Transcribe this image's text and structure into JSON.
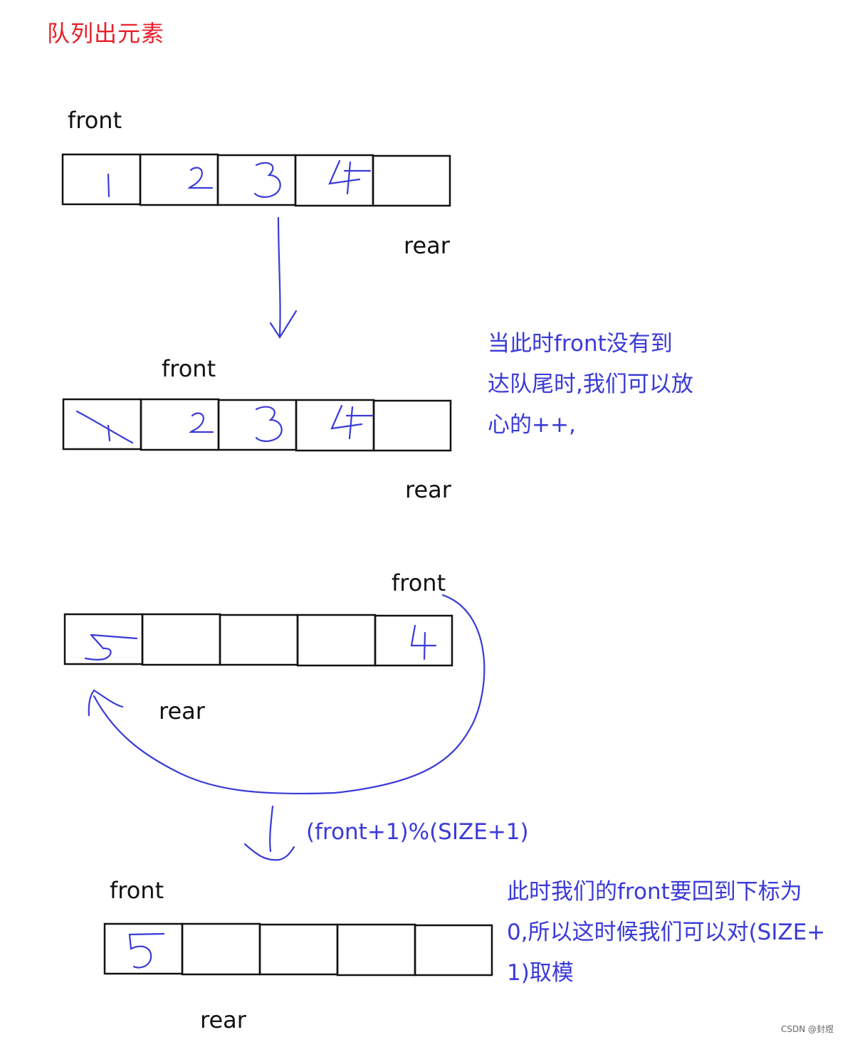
{
  "title": "队列出元素",
  "labels": {
    "front": "front",
    "rear": "rear"
  },
  "notes": {
    "note1": [
      "当此时front没有到",
      "达队尾时,我们可以放",
      "心的++,"
    ],
    "note2": [
      "此时我们的front要回到下标为",
      "0,所以这时候我们可以对(SIZE+",
      "1)取模"
    ]
  },
  "formula": "(front+1)%(SIZE+1)",
  "watermark": "CSDN @封煜",
  "colors": {
    "title": "#e8202a",
    "ink": "#111111",
    "pen": "#3a3ad8"
  }
}
